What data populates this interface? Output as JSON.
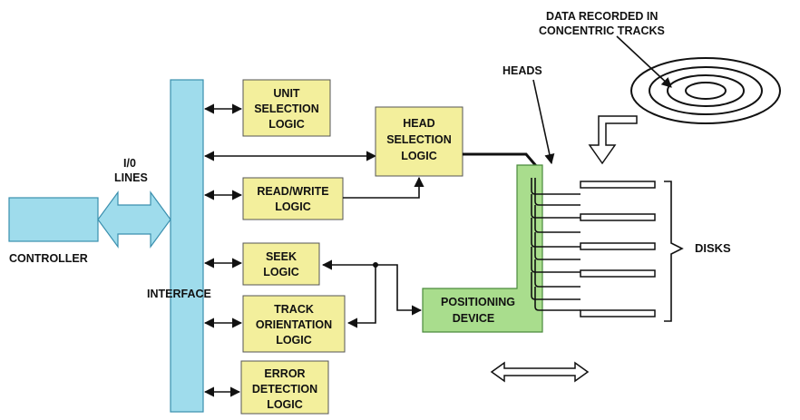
{
  "diagram": {
    "controller": {
      "label": "CONTROLLER"
    },
    "io_lines": {
      "label_line1": "I/0",
      "label_line2": "LINES"
    },
    "interface": {
      "label": "INTERFACE"
    },
    "logic_blocks": [
      {
        "id": "unit",
        "lines": [
          "UNIT",
          "SELECTION",
          "LOGIC"
        ]
      },
      {
        "id": "readwrite",
        "lines": [
          "READ/WRITE",
          "LOGIC"
        ]
      },
      {
        "id": "seek",
        "lines": [
          "SEEK",
          "LOGIC"
        ]
      },
      {
        "id": "track",
        "lines": [
          "TRACK",
          "ORIENTATION",
          "LOGIC"
        ]
      },
      {
        "id": "error",
        "lines": [
          "ERROR",
          "DETECTION",
          "LOGIC"
        ]
      }
    ],
    "head_selection": {
      "lines": [
        "HEAD",
        "SELECTION",
        "LOGIC"
      ]
    },
    "positioning": {
      "lines": [
        "POSITIONING",
        "DEVICE"
      ]
    },
    "heads": {
      "label": "HEADS"
    },
    "disks": {
      "label": "DISKS"
    },
    "tracks": {
      "lines": [
        "DATA RECORDED IN",
        "CONCENTRIC TRACKS"
      ]
    }
  },
  "colors": {
    "interface": "#9fdcec",
    "logic": "#f3ef9c",
    "positioning": "#a9dd8d"
  }
}
